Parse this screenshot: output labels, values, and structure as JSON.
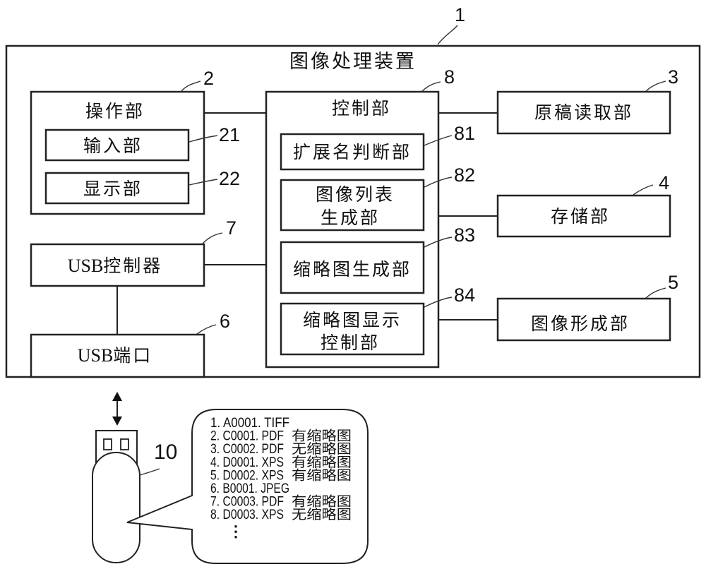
{
  "device": {
    "title": "图像处理装置",
    "ref": "1"
  },
  "blocks": {
    "operation_unit": {
      "label": "操作部",
      "ref": "2"
    },
    "input_unit": {
      "label": "输入部",
      "ref": "21"
    },
    "display_unit": {
      "label": "显示部",
      "ref": "22"
    },
    "usb_controller": {
      "label_latin": "USB",
      "label_cjk": "控制器",
      "ref": "7"
    },
    "usb_port": {
      "label_latin": "USB",
      "label_cjk": "端口",
      "ref": "6"
    },
    "control_unit": {
      "label": "控制部",
      "ref": "8"
    },
    "extension_judge": {
      "label": "扩展名判断部",
      "ref": "81"
    },
    "image_list_gen": {
      "label_line1": "图像列表",
      "label_line2": "生成部",
      "ref": "82"
    },
    "thumbnail_gen": {
      "label": "缩略图生成部",
      "ref": "83"
    },
    "thumbnail_display": {
      "label_line1": "缩略图显示",
      "label_line2": "控制部",
      "ref": "84"
    },
    "document_reader": {
      "label": "原稿读取部",
      "ref": "3"
    },
    "storage": {
      "label": "存储部",
      "ref": "4"
    },
    "image_forming": {
      "label": "图像形成部",
      "ref": "5"
    }
  },
  "usb_memory": {
    "ref": "10",
    "file_list": [
      {
        "name": "1. A0001. TIFF",
        "note": ""
      },
      {
        "name": "2. C0001. PDF",
        "note": "有缩略图"
      },
      {
        "name": "3. C0002. PDF",
        "note": "无缩略图"
      },
      {
        "name": "4. D0001. XPS",
        "note": "有缩略图"
      },
      {
        "name": "5. D0002. XPS",
        "note": "有缩略图"
      },
      {
        "name": "6. B0001. JPEG",
        "note": ""
      },
      {
        "name": "7. C0003. PDF",
        "note": "有缩略图"
      },
      {
        "name": "8. D0003. XPS",
        "note": "无缩略图"
      }
    ],
    "ellipsis": "⋮"
  }
}
